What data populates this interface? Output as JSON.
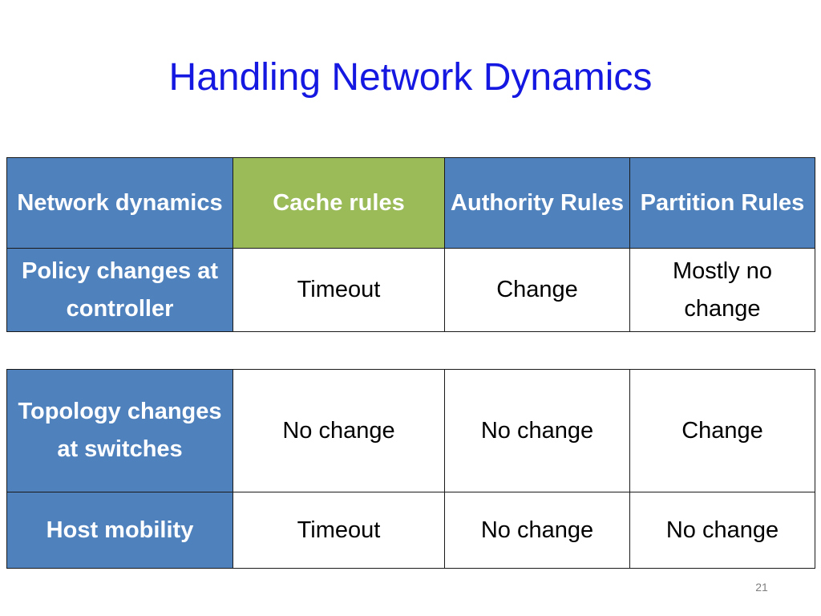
{
  "slide": {
    "title": "Handling Network Dynamics",
    "page_number": "21"
  },
  "table": {
    "headers": [
      "Network dynamics",
      "Cache rules",
      "Authority Rules",
      "Partition Rules"
    ],
    "rows": [
      [
        "Policy changes at controller",
        "Timeout",
        "Change",
        "Mostly no change"
      ],
      [
        "Topology changes at switches",
        "No change",
        "No change",
        "Change"
      ],
      [
        "Host mobility",
        "Timeout",
        "No change",
        "No change"
      ]
    ]
  },
  "colors": {
    "title": "#1518e0",
    "header_blue": "#4f81bd",
    "header_green": "#9bbb59",
    "border": "#1a1a1a"
  }
}
